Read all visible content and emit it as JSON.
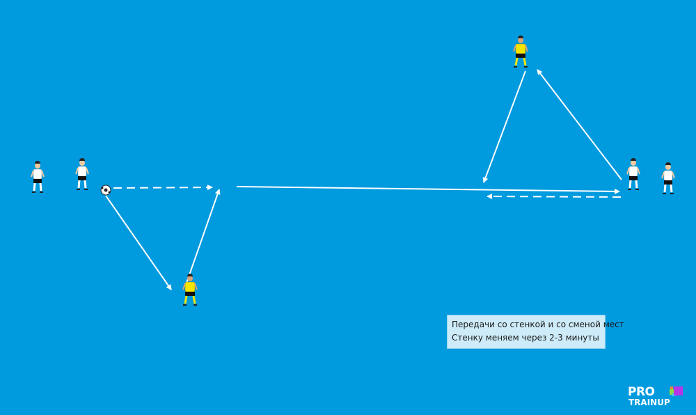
{
  "diagram": {
    "title": "Wall-pass drill with position change",
    "colors": {
      "field": "#009ade",
      "team_a": "#ffffff",
      "team_b": "#f5e600",
      "arrows": "#ffffff"
    }
  },
  "note": {
    "line1": "Передачи со стенкой и со сменой мест",
    "line2": "Стенку меняем через 2-3 минуты"
  },
  "logo": {
    "top": "PRO",
    "bottom": "TRAINUP"
  }
}
